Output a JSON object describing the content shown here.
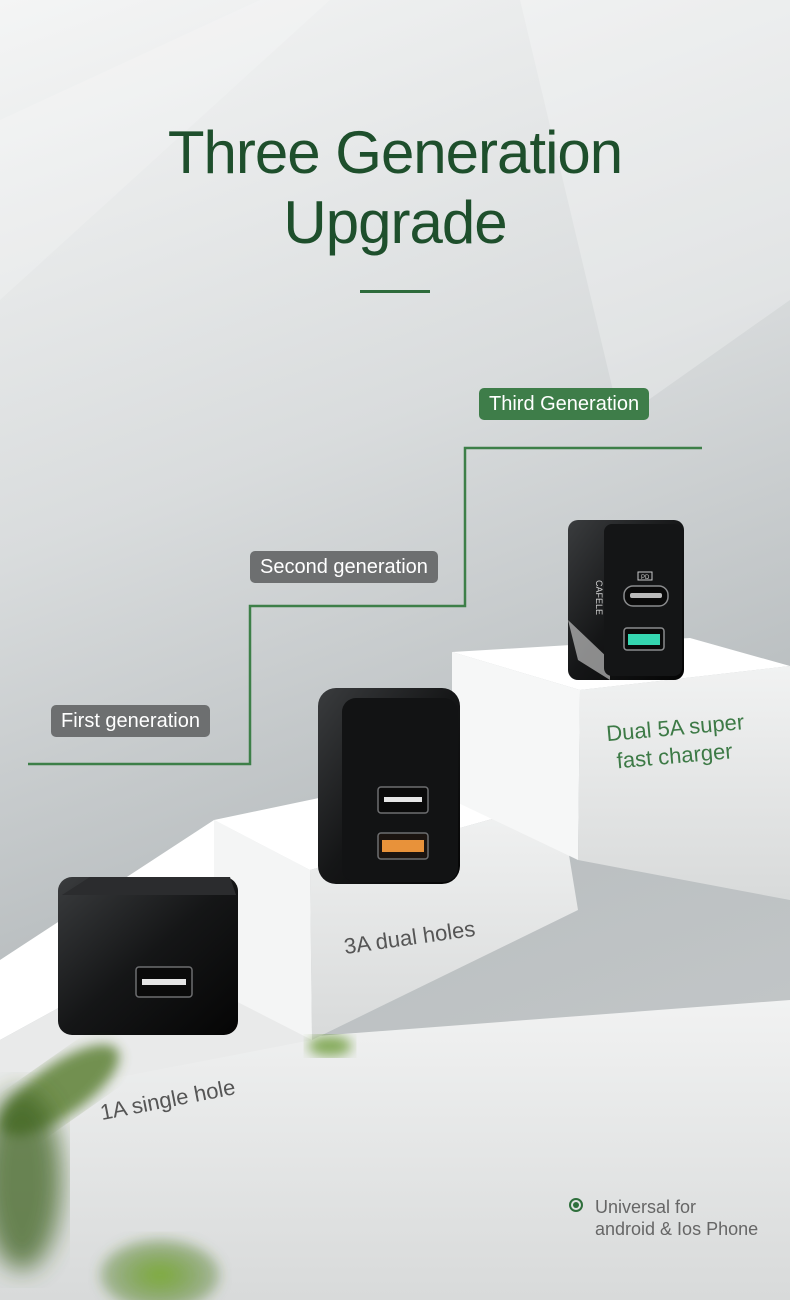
{
  "heading": {
    "line1": "Three Generation",
    "line2": "Upgrade"
  },
  "generations": {
    "third_label": "Third Generation",
    "second_label": "Second generation",
    "first_label": "First generation"
  },
  "descriptions": {
    "first": "1A single hole",
    "second": "3A dual holes",
    "third_line1": "Dual 5A super",
    "third_line2": "fast charger"
  },
  "charger_marks": {
    "brand": "CAFELE",
    "pd_port": "PD"
  },
  "footnote": {
    "line1": "Universal for",
    "line2": "android & Ios Phone"
  },
  "colors": {
    "heading": "#1e4f2c",
    "accent_green": "#3e7d49",
    "label_gray": "#6d6f70",
    "charger_black": "#1a1b1c",
    "usb_orange": "#e8923a",
    "usb_cyan": "#35d6b0"
  }
}
